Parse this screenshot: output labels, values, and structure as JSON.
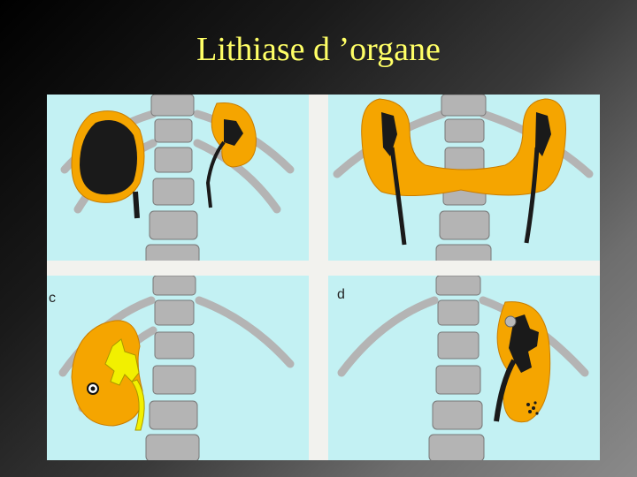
{
  "slide": {
    "title": "Lithiase d ’organe"
  },
  "figure": {
    "panels": [
      {
        "id": "a",
        "label": ""
      },
      {
        "id": "b",
        "label": ""
      },
      {
        "id": "c",
        "label": "c"
      },
      {
        "id": "d",
        "label": "d"
      }
    ],
    "colors": {
      "background_panel": "#c3f1f3",
      "kidney": "#f5a500",
      "calculus": "#1a1a1a",
      "bone": "#b4b4b4",
      "stone_yellow": "#f2f000"
    }
  }
}
